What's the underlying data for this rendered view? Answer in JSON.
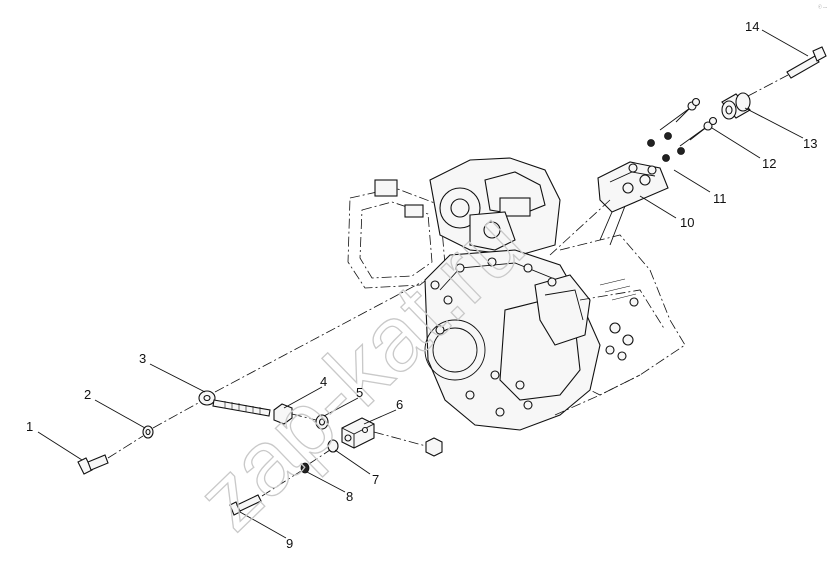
{
  "diagram": {
    "corner_mark": "ⓡ ---",
    "watermark": "zap-kat.ru",
    "callouts": [
      {
        "id": "1",
        "label": "1"
      },
      {
        "id": "2",
        "label": "2"
      },
      {
        "id": "3",
        "label": "3"
      },
      {
        "id": "4",
        "label": "4"
      },
      {
        "id": "5",
        "label": "5"
      },
      {
        "id": "6",
        "label": "6"
      },
      {
        "id": "7",
        "label": "7"
      },
      {
        "id": "8",
        "label": "8"
      },
      {
        "id": "9",
        "label": "9"
      },
      {
        "id": "10",
        "label": "10"
      },
      {
        "id": "11",
        "label": "11"
      },
      {
        "id": "12",
        "label": "12"
      },
      {
        "id": "13",
        "label": "13"
      },
      {
        "id": "14",
        "label": "14"
      }
    ]
  }
}
